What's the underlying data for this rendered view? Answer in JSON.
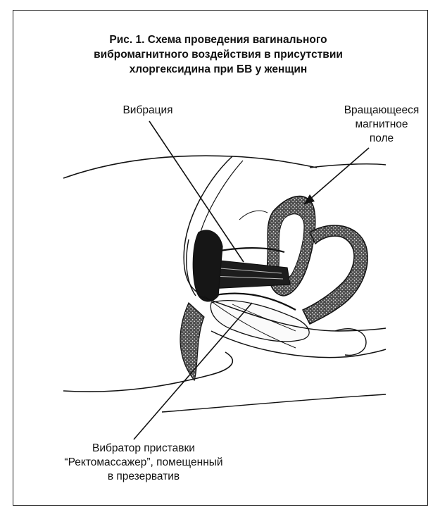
{
  "figure": {
    "title_lines": [
      "Рис. 1. Схема проведения вагинального",
      "вибромагнитного воздействия в присутствии",
      "хлоргексидина при БВ у женщин"
    ]
  },
  "labels": {
    "vibration": "Вибрация",
    "field_lines": [
      "Вращающееся",
      "магнитное",
      "поле"
    ],
    "vibrator_lines": [
      "Вибратор приставки",
      "“Ректомассажер”, помещенный",
      "в презерватив"
    ]
  }
}
